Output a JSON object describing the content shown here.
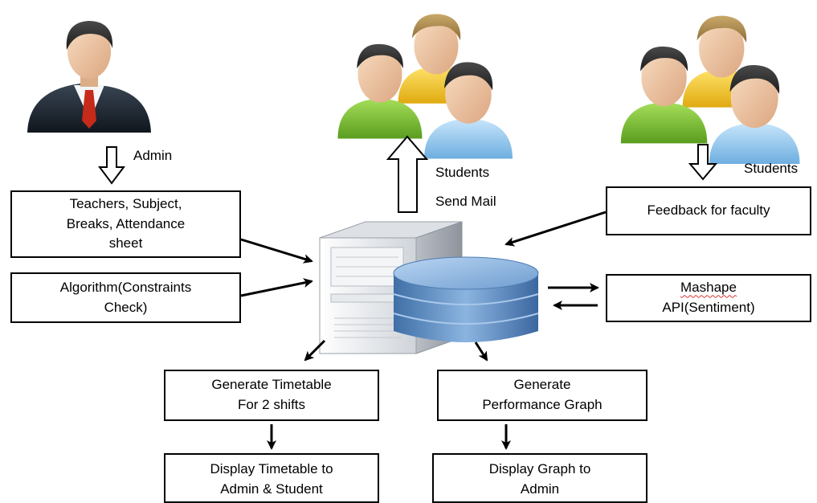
{
  "labels": {
    "admin": "Admin",
    "students_top": "Students",
    "send_mail": "Send Mail",
    "students_right": "Students"
  },
  "boxes": {
    "teachers": [
      "Teachers, Subject,",
      "Breaks, Attendance",
      "sheet"
    ],
    "algorithm": [
      "Algorithm(Constraints",
      "Check)"
    ],
    "feedback": [
      "Feedback for faculty"
    ],
    "mashape": [
      "Mashape",
      "API(Sentiment)"
    ],
    "gen_timetable": [
      "Generate Timetable",
      "For 2 shifts"
    ],
    "gen_graph": [
      "Generate",
      "Performance Graph"
    ],
    "disp_timetable": [
      "Display Timetable to",
      "Admin & Student"
    ],
    "disp_graph": [
      "Display Graph to",
      "Admin"
    ]
  },
  "icons": {
    "admin": "admin-person-icon",
    "students_group_top": "student-group-icon",
    "students_group_right": "student-group-icon",
    "server": "server-icon",
    "database": "database-icon"
  },
  "colors": {
    "suit": "#1f2a36",
    "tie": "#c62a1a",
    "skin": "#f2c9a0",
    "hair": "#2a1b12",
    "student_green": "#7cc23b",
    "student_yellow": "#f3c51b",
    "student_blue": "#8cc6f0",
    "db_blue": "#5f8fc4",
    "server_grey": "#e3e6ea"
  }
}
